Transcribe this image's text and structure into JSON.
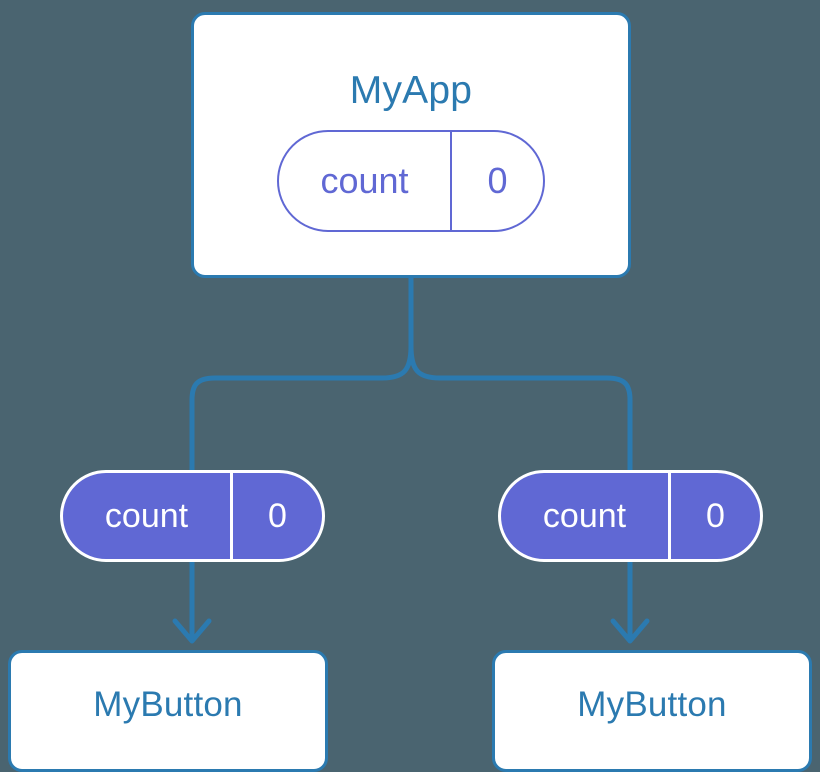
{
  "diagram": {
    "type": "component-tree",
    "title": "MyApp component tree with count prop drilling",
    "background_color": "#4a6470",
    "colors": {
      "component_blue": "#2b7ab0",
      "state_purple": "#6068d4",
      "card_fill": "#ffffff",
      "pill_text_on_fill": "#ffffff",
      "background": "#4a6470"
    }
  },
  "root": {
    "name": "MyApp",
    "state": {
      "key": "count",
      "value": "0"
    }
  },
  "branches": [
    {
      "prop": {
        "key": "count",
        "value": "0"
      },
      "child": {
        "name": "MyButton"
      }
    },
    {
      "prop": {
        "key": "count",
        "value": "0"
      },
      "child": {
        "name": "MyButton"
      }
    }
  ],
  "connectors": {
    "stem_label": "",
    "arrow_left_label": "",
    "arrow_right_label": ""
  }
}
